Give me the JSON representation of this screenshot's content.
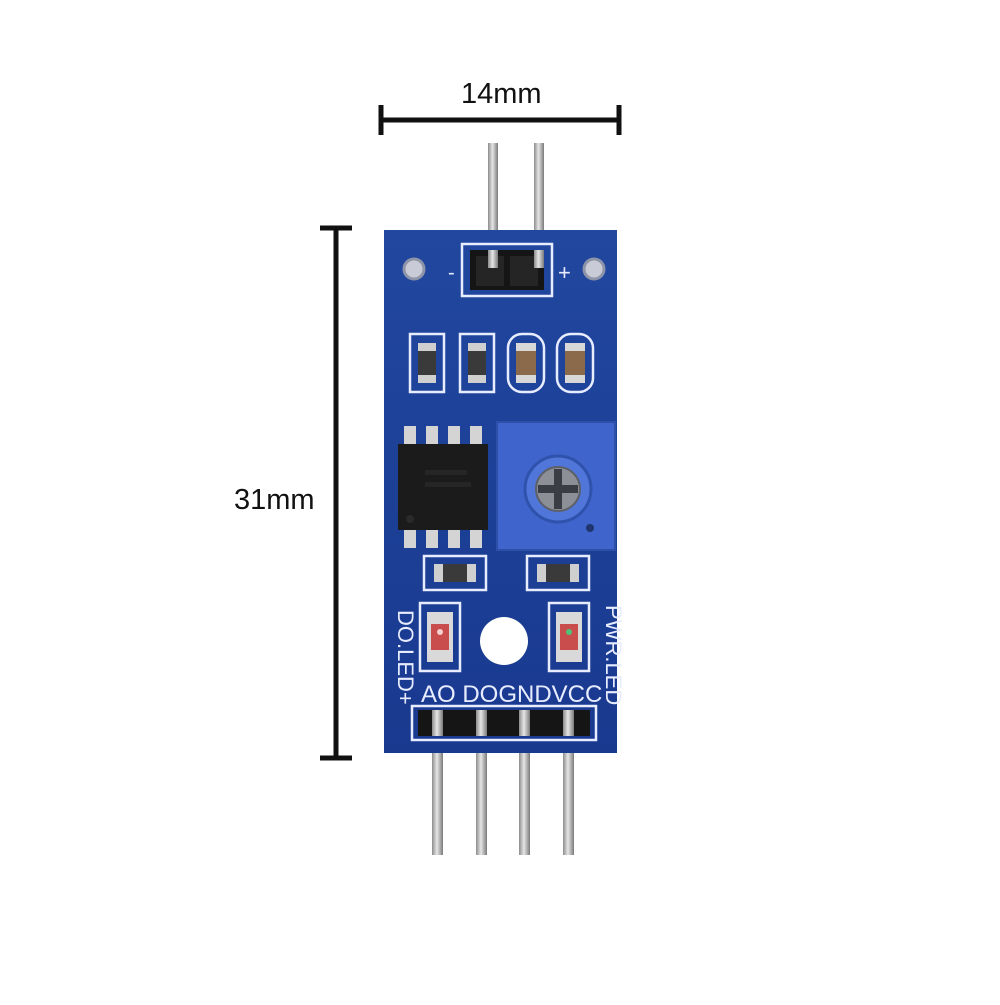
{
  "dimensions": {
    "width_label": "14mm",
    "height_label": "31mm"
  },
  "board": {
    "pin_labels": "AO DOGNDVCC",
    "do_led_label": "DO.LED+",
    "pwr_led_label": "PWR.LED",
    "minus_label": "-",
    "plus_label": "+"
  },
  "colors": {
    "pcb": "#1c3f9e",
    "silkscreen": "#e8ecff",
    "potentiometer": "#3d63c9",
    "pins": "#b8b8b8",
    "header": "#151515",
    "dimension_lines": "#111111"
  }
}
